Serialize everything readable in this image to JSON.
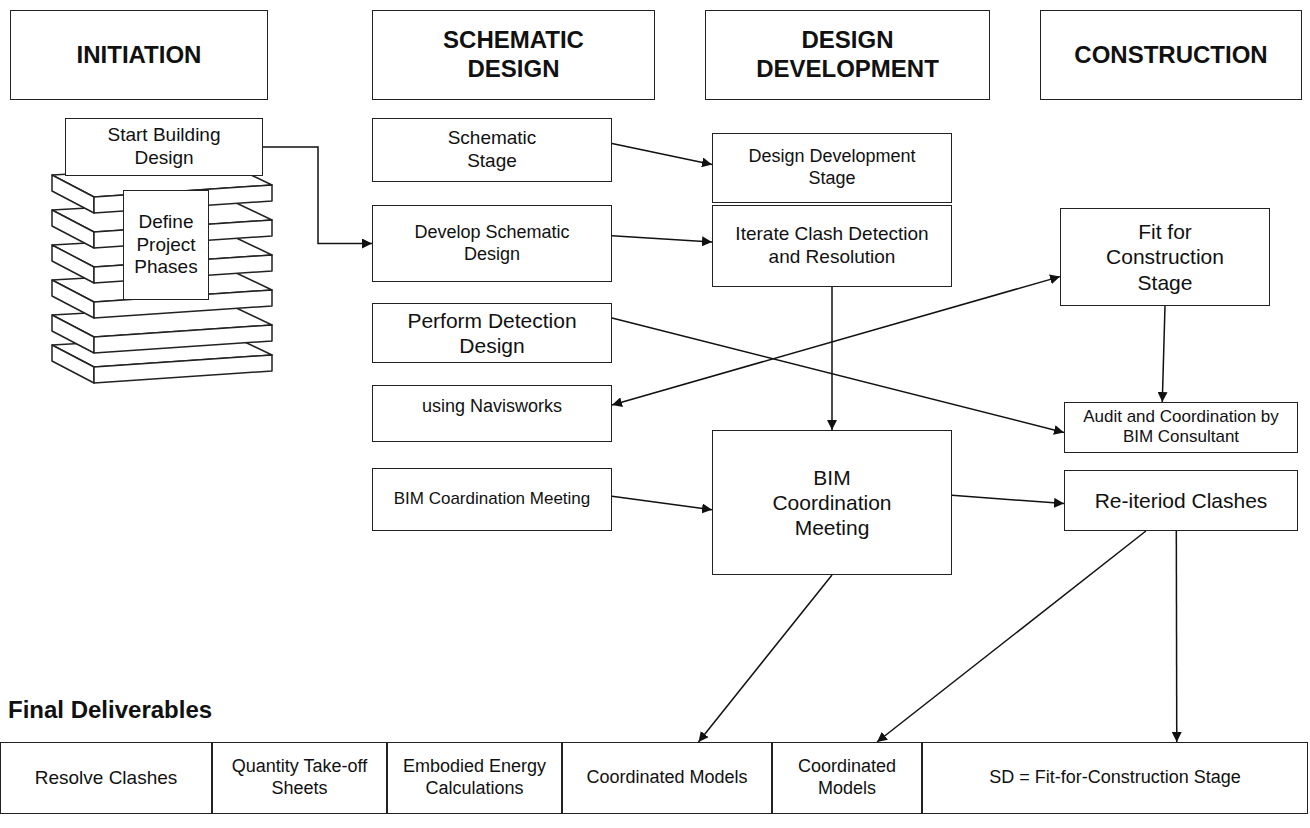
{
  "diagram": {
    "nodes": [
      {
        "text": [
          "INITIATION"
        ]
      },
      {
        "text": [
          "SCHEMATIC DESIGN"
        ]
      },
      {
        "text": [
          "DESIGN DEVELOPMENT"
        ]
      },
      {
        "text": [
          "CONSTRUCTION"
        ]
      },
      {
        "text": [
          "Start Building Design"
        ]
      },
      {
        "text": [
          "Define Project Phases"
        ]
      },
      {
        "text": [
          "Schematic Stage"
        ]
      },
      {
        "text": [
          "Design Development Stage"
        ]
      },
      {
        "text": [
          "Develop Schematic Design"
        ]
      },
      {
        "text": [
          "Iterate Clash Detection and Resolution"
        ]
      },
      {
        "text": [
          "Fit for Construction Stage"
        ]
      },
      {
        "text": [
          "Perform Detection Design"
        ]
      },
      {
        "text": [
          "using Navisworks"
        ]
      },
      {
        "text": [
          "Audit and Coordination by BIM Consultant"
        ]
      },
      {
        "text": [
          "BIM Coardination Meeting"
        ]
      },
      {
        "text": [
          "BIM Coordination Meeting"
        ]
      },
      {
        "text": [
          "Re-iteriod Clashes"
        ]
      },
      {
        "text": [
          "Resolve Clashes"
        ]
      },
      {
        "text": [
          "Quantity Take-off Sheets"
        ]
      },
      {
        "text": [
          "Embodied Energy Calculations"
        ]
      },
      {
        "text": [
          "Coordinated Models"
        ]
      },
      {
        "text": [
          "Coordinated Models"
        ]
      },
      {
        "text": [
          "SD = Fit-for-Construction Stage"
        ]
      }
    ],
    "edges": [
      {
        "from": 4,
        "to": 8,
        "arrow": "to"
      },
      {
        "from": 6,
        "to": 7,
        "arrow": "to"
      },
      {
        "from": 8,
        "to": 9,
        "arrow": "to"
      },
      {
        "from": 9,
        "to": 15,
        "arrow": "to"
      },
      {
        "from": 10,
        "to": 13,
        "arrow": "to"
      },
      {
        "from": 11,
        "to": 13,
        "arrow": "to"
      },
      {
        "from": 12,
        "to": 10,
        "arrow": "both"
      },
      {
        "from": 14,
        "to": 15,
        "arrow": "to"
      },
      {
        "from": 15,
        "to": 16,
        "arrow": "to"
      },
      {
        "from": 15,
        "to": 20,
        "arrow": "to"
      },
      {
        "from": 16,
        "to": 21,
        "arrow": "to"
      },
      {
        "from": 16,
        "to": 22,
        "arrow": "to"
      }
    ],
    "labels": [
      "Final Deliverables"
    ]
  }
}
